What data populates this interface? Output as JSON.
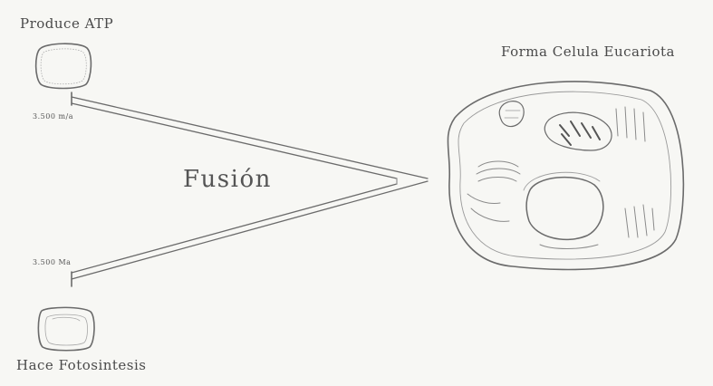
{
  "labels": {
    "top_organism": "Produce ATP",
    "bottom_organism": "Hace Fotosintesis",
    "process": "Fusión",
    "result": "Forma Celula Eucariota"
  },
  "timeline": {
    "top_tick": "3.500 m/a",
    "bottom_tick": "3.500 Ma"
  },
  "colors": {
    "paper": "#f7f7f4",
    "pencil": "#6b6b6b",
    "pencil_light": "#9a9a9a"
  }
}
